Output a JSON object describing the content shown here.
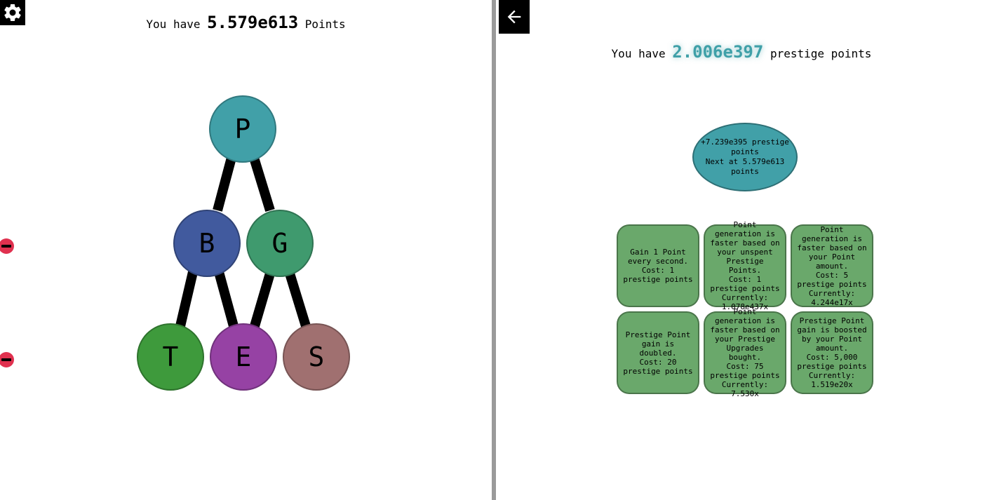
{
  "left": {
    "points_prefix": "You have",
    "points_value": "5.579e613",
    "points_suffix": "Points",
    "nodes": {
      "P": {
        "label": "P",
        "color": "#41a0a8"
      },
      "B": {
        "label": "B",
        "color": "#415a9e"
      },
      "G": {
        "label": "G",
        "color": "#3f9a6e"
      },
      "T": {
        "label": "T",
        "color": "#3e9a3c"
      },
      "E": {
        "label": "E",
        "color": "#9642a4"
      },
      "S": {
        "label": "S",
        "color": "#a07070"
      }
    }
  },
  "right": {
    "prestige_prefix": "You have",
    "prestige_value": "2.006e397",
    "prestige_suffix": "prestige points",
    "reset_line1": "+7.239e395 prestige points",
    "reset_line2": "Next at 5.579e613 points",
    "upgrades": [
      {
        "desc": "Gain 1 Point every second.",
        "cost": "Cost: 1 prestige points",
        "current": ""
      },
      {
        "desc": "Point generation is faster based on your unspent Prestige Points.",
        "cost": "Cost: 1 prestige points",
        "current": "Currently: 1.078e437x"
      },
      {
        "desc": "Point generation is faster based on your Point amount.",
        "cost": "Cost: 5 prestige points",
        "current": "Currently: 4.244e17x"
      },
      {
        "desc": "Prestige Point gain is doubled.",
        "cost": "Cost: 20 prestige points",
        "current": ""
      },
      {
        "desc": "Point generation is faster based on your Prestige Upgrades bought.",
        "cost": "Cost: 75 prestige points",
        "current": "Currently: 7.530x"
      },
      {
        "desc": "Prestige Point gain is boosted by your Point amount.",
        "cost": "Cost: 5,000 prestige points",
        "current": "Currently: 1.519e20x"
      }
    ],
    "upgrade_color": "#6aa86b"
  },
  "icons": {
    "settings": "gear-icon",
    "back": "arrow-left-icon",
    "remove": "remove-icon"
  }
}
